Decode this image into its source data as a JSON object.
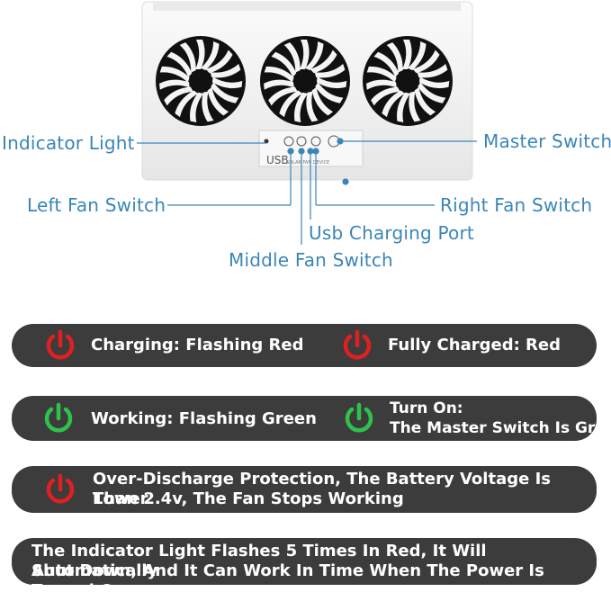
{
  "device": {
    "usb_label": "USB",
    "panel_caption": "SOLAR FAN DEVICE",
    "colors": {
      "body": "#f4f4f4",
      "fan": "#111111",
      "callout": "#3a86b8"
    }
  },
  "callouts": {
    "indicator_light": "Indicator Light",
    "master_switch": "Master Switch",
    "left_fan_switch": "Left Fan Switch",
    "right_fan_switch": "Right Fan Switch",
    "usb_charging_port": "Usb Charging Port",
    "middle_fan_switch": "Middle Fan Switch"
  },
  "legend": {
    "charging": {
      "text": "Charging: Flashing Red",
      "icon": "power-icon",
      "color": "#e02020"
    },
    "fully_charged": {
      "text": "Fully Charged: Red",
      "icon": "power-icon",
      "color": "#e02020"
    },
    "working": {
      "text": "Working: Flashing Green",
      "icon": "power-icon",
      "color": "#2fc24a"
    },
    "turn_on": {
      "line1": "Turn On:",
      "line2": "The Master Switch Is Green",
      "icon": "power-icon",
      "color": "#2fc24a"
    },
    "over_discharge": {
      "line1": "Over-Discharge Protection, The Battery Voltage Is Lower",
      "line2": "Than 2.4v, The Fan Stops Working",
      "icon": "power-icon",
      "color": "#e02020"
    },
    "shutdown": {
      "line1": "The Indicator Light Flashes 5 Times In Red, It Will Automatically",
      "line2": "Shut Down, And It Can Work In Time When The Power Is Turned On"
    }
  }
}
